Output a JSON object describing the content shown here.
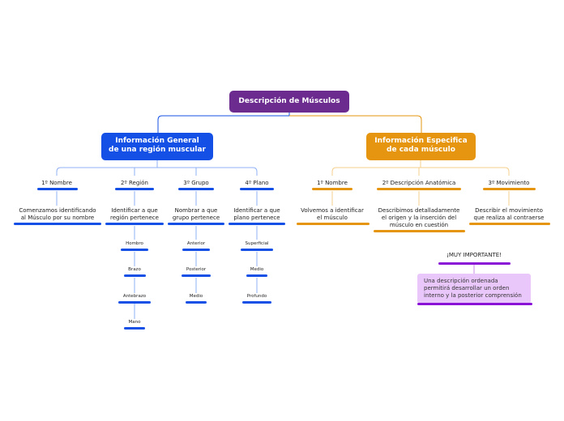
{
  "root": {
    "label": "Descripción de Músculos"
  },
  "left_branch": {
    "title_line1": "Información General",
    "title_line2": "de una región muscular",
    "columns": [
      {
        "label": "1º Nombre",
        "desc_lines": [
          "Comenzamos identificando",
          "al Músculo por su nombre"
        ]
      },
      {
        "label": "2º Región",
        "desc_lines": [
          "Identificar a que",
          "región pertenece"
        ],
        "items": [
          "Hombro",
          "Brazo",
          "Antebrazo",
          "Mano"
        ]
      },
      {
        "label": "3º Grupo",
        "desc_lines": [
          "Nombrar a que",
          "grupo pertenece"
        ],
        "items": [
          "Anterior",
          "Posterior",
          "Medio"
        ]
      },
      {
        "label": "4º Plano",
        "desc_lines": [
          "Identificar a que",
          "plano pertenece"
        ],
        "items": [
          "Superficial",
          "Medio",
          "Profundo"
        ]
      }
    ]
  },
  "right_branch": {
    "title_line1": "Información Especifica",
    "title_line2": "de cada músculo",
    "columns": [
      {
        "label": "1º Nombre",
        "desc_lines": [
          "Volvemos a identificar",
          "el músculo"
        ]
      },
      {
        "label": "2º Descripción Anatómica",
        "desc_lines": [
          "Describimos detalladamente",
          "el origen y la inserción del",
          "músculo en cuestión"
        ]
      },
      {
        "label": "3º Movimiento",
        "desc_lines": [
          "Describir el movimiento",
          "que realiza al contraerse"
        ]
      }
    ],
    "important": {
      "label": "¡MUY IMPORTANTE!",
      "note_lines": [
        "Una descripción ordenada",
        "permitirá desarrollar un orden",
        "interno y la posterior comprensión"
      ]
    }
  },
  "colors": {
    "root": "#6b2b8f",
    "left": "#1450e6",
    "right": "#e5950f",
    "important": "#8a12d6",
    "note_bg": "#eac7fb"
  }
}
